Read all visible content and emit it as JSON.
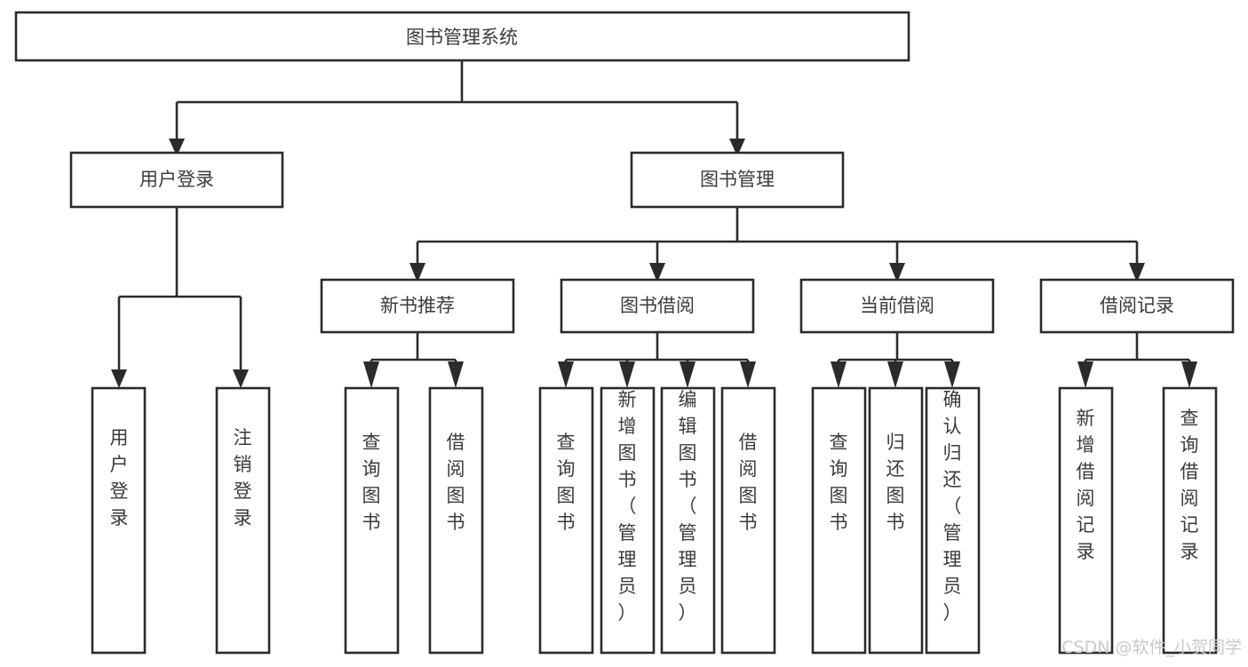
{
  "diagram": {
    "title": "图书管理系统",
    "type": "tree-hierarchy-diagram",
    "orientation": "top-down",
    "colors": {
      "box_stroke": "#2b2b2b",
      "box_fill": "#ffffff",
      "label_text": "#3b3b3b",
      "connector": "#2b2b2b",
      "watermark": "#c9c9c9",
      "background": "#ffffff"
    }
  },
  "root": {
    "label": "图书管理系统"
  },
  "level1": [
    {
      "id": "user-login",
      "label": "用户登录"
    },
    {
      "id": "book-management",
      "label": "图书管理"
    }
  ],
  "level2": [
    {
      "id": "new-book-recommend",
      "label": "新书推荐",
      "parent": "book-management"
    },
    {
      "id": "book-borrow",
      "label": "图书借阅",
      "parent": "book-management"
    },
    {
      "id": "current-borrow",
      "label": "当前借阅",
      "parent": "book-management"
    },
    {
      "id": "borrow-record",
      "label": "借阅记录",
      "parent": "book-management"
    }
  ],
  "leaves": {
    "user-login": [
      {
        "id": "leaf-user-login",
        "label": "用户登录"
      },
      {
        "id": "leaf-logout-login",
        "label": "注销登录"
      }
    ],
    "new-book-recommend": [
      {
        "id": "leaf-query-book-1",
        "label": "查询图书"
      },
      {
        "id": "leaf-borrow-book-1",
        "label": "借阅图书"
      }
    ],
    "book-borrow": [
      {
        "id": "leaf-query-book-2",
        "label": "查询图书"
      },
      {
        "id": "leaf-add-book-admin",
        "label": "新增图书（管理员）"
      },
      {
        "id": "leaf-edit-book-admin",
        "label": "编辑图书（管理员）"
      },
      {
        "id": "leaf-borrow-book-2",
        "label": "借阅图书"
      }
    ],
    "current-borrow": [
      {
        "id": "leaf-query-book-3",
        "label": "查询图书"
      },
      {
        "id": "leaf-return-book",
        "label": "归还图书"
      },
      {
        "id": "leaf-confirm-return-admin",
        "label": "确认归还（管理员）"
      }
    ],
    "borrow-record": [
      {
        "id": "leaf-add-borrow-record",
        "label": "新增借阅记录"
      },
      {
        "id": "leaf-query-borrow-record",
        "label": "查询借阅记录"
      }
    ]
  },
  "watermark": {
    "text": "CSDN @软件_小贺同学"
  }
}
